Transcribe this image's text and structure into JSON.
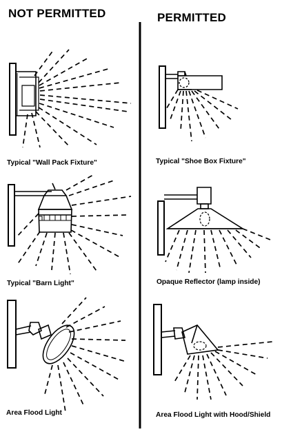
{
  "headings": {
    "left": "NOT PERMITTED",
    "right": "PERMITTED"
  },
  "captions": {
    "wall_pack": "Typical \"Wall Pack Fixture\"",
    "barn_light": "Typical \"Barn Light\"",
    "flood_light": "Area Flood Light",
    "shoe_box": "Typical \"Shoe Box Fixture\"",
    "opaque_reflector": "Opaque Reflector (lamp inside)",
    "flood_shield": "Area Flood Light with Hood/Shield"
  },
  "colors": {
    "ink": "#000000",
    "background": "#ffffff"
  }
}
